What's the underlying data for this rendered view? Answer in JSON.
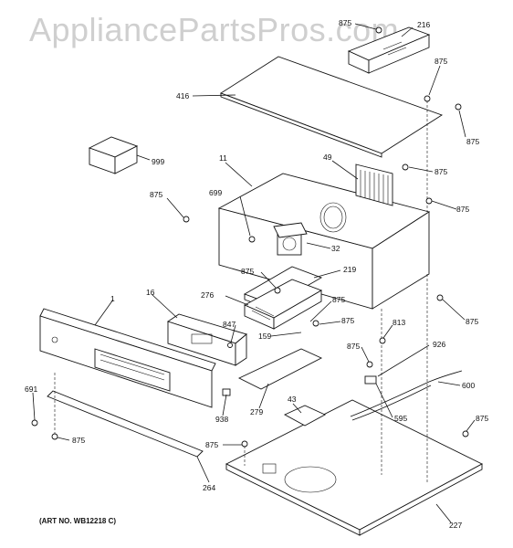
{
  "watermark": "AppliancePartsPros.com",
  "art_number": "(ART NO. WB12218 C)",
  "callouts": [
    {
      "id": "c-875-a",
      "label": "875"
    },
    {
      "id": "c-216",
      "label": "216"
    },
    {
      "id": "c-875-b",
      "label": "875"
    },
    {
      "id": "c-416",
      "label": "416"
    },
    {
      "id": "c-875-c",
      "label": "875"
    },
    {
      "id": "c-999",
      "label": "999"
    },
    {
      "id": "c-11",
      "label": "11"
    },
    {
      "id": "c-49",
      "label": "49"
    },
    {
      "id": "c-875-d",
      "label": "875"
    },
    {
      "id": "c-699",
      "label": "699"
    },
    {
      "id": "c-875-e",
      "label": "875"
    },
    {
      "id": "c-875-f",
      "label": "875"
    },
    {
      "id": "c-32",
      "label": "32"
    },
    {
      "id": "c-875-g",
      "label": "875"
    },
    {
      "id": "c-219",
      "label": "219"
    },
    {
      "id": "c-276",
      "label": "276"
    },
    {
      "id": "c-875-h",
      "label": "875"
    },
    {
      "id": "c-875-i",
      "label": "875"
    },
    {
      "id": "c-1",
      "label": "1"
    },
    {
      "id": "c-16",
      "label": "16"
    },
    {
      "id": "c-847",
      "label": "847"
    },
    {
      "id": "c-159",
      "label": "159"
    },
    {
      "id": "c-875-j",
      "label": "875"
    },
    {
      "id": "c-813",
      "label": "813"
    },
    {
      "id": "c-875-k",
      "label": "875"
    },
    {
      "id": "c-926",
      "label": "926"
    },
    {
      "id": "c-600",
      "label": "600"
    },
    {
      "id": "c-691",
      "label": "691"
    },
    {
      "id": "c-938",
      "label": "938"
    },
    {
      "id": "c-279",
      "label": "279"
    },
    {
      "id": "c-43",
      "label": "43"
    },
    {
      "id": "c-595",
      "label": "595"
    },
    {
      "id": "c-875-l",
      "label": "875"
    },
    {
      "id": "c-875-m",
      "label": "875"
    },
    {
      "id": "c-875-n",
      "label": "875"
    },
    {
      "id": "c-264",
      "label": "264"
    },
    {
      "id": "c-227",
      "label": "227"
    }
  ]
}
